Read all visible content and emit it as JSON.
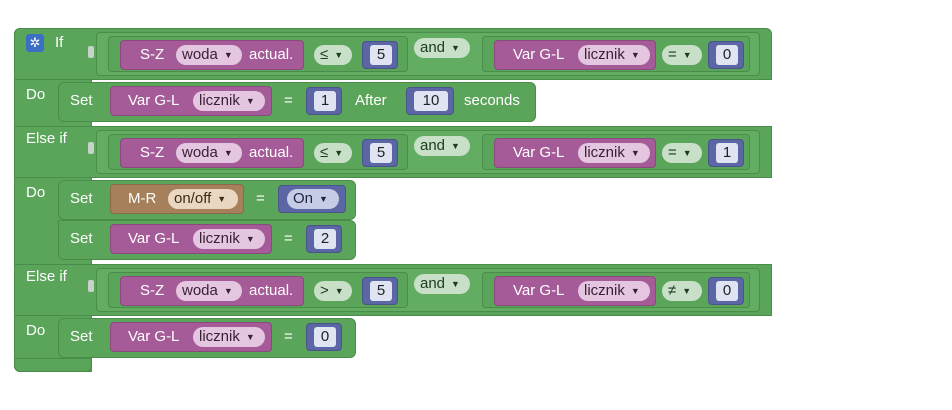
{
  "blocks": {
    "if_label": "If",
    "do_label": "Do",
    "elseif_label": "Else if",
    "set_label": "Set",
    "after_label": "After",
    "seconds_label": "seconds",
    "and_label": "and",
    "equals_label": "=",
    "icons": {
      "settings": "gear-icon",
      "dropdown": "triangle-down"
    }
  },
  "row1": {
    "sensor_kind": "S-Z",
    "sensor_name": "woda",
    "sensor_prop": "actual.",
    "op1": "≤",
    "val1": "5",
    "and": "and",
    "var_kind": "Var G-L",
    "var_name": "licznik",
    "op2": "=",
    "val2": "0"
  },
  "row2": {
    "var_kind": "Var G-L",
    "var_name": "licznik",
    "value": "1",
    "delay": "10"
  },
  "row3": {
    "sensor_kind": "S-Z",
    "sensor_name": "woda",
    "sensor_prop": "actual.",
    "op1": "≤",
    "val1": "5",
    "and": "and",
    "var_kind": "Var G-L",
    "var_name": "licznik",
    "op2": "=",
    "val2": "1"
  },
  "row4": {
    "dev_kind": "M-R",
    "dev_prop": "on/off",
    "value": "On"
  },
  "row5": {
    "var_kind": "Var G-L",
    "var_name": "licznik",
    "value": "2"
  },
  "row6": {
    "sensor_kind": "S-Z",
    "sensor_name": "woda",
    "sensor_prop": "actual.",
    "op1": ">",
    "val1": "5",
    "and": "and",
    "var_kind": "Var G-L",
    "var_name": "licznik",
    "op2": "≠",
    "val2": "0"
  },
  "row7": {
    "var_kind": "Var G-L",
    "var_name": "licznik",
    "value": "0"
  }
}
